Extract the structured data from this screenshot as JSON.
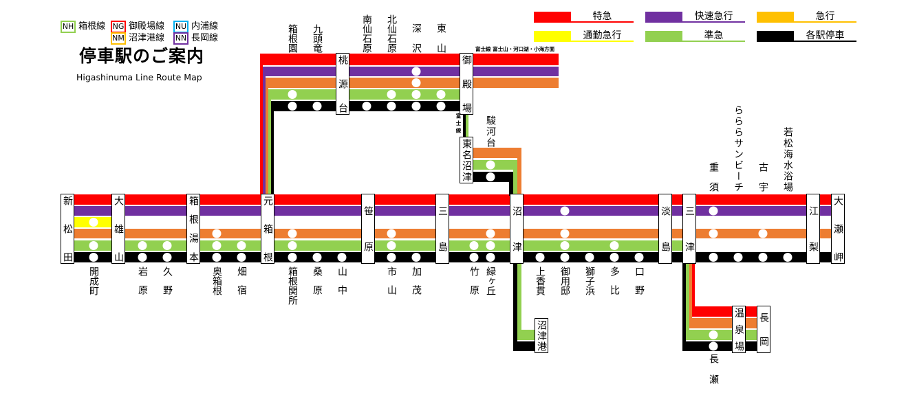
{
  "colors": {
    "limited": "#FF0000",
    "rapid_express": "#7030A0",
    "express": "#FFC000",
    "commuter_express": "#FFFF00",
    "semi_express": "#92D050",
    "local": "#000000",
    "map_express": "#ED7D31",
    "nu": "#00B0F0"
  },
  "title": "停車駅のご案内",
  "subtitle": "Higashinuma Line Route Map",
  "line_legend": [
    {
      "code": "NH",
      "name": "箱根線",
      "color": "#92D050"
    },
    {
      "code": "NG",
      "name": "御殿場線",
      "color": "#FF0000"
    },
    {
      "code": "NU",
      "name": "内浦線",
      "color": "#00B0F0"
    },
    {
      "code": "NM",
      "name": "沼津港線",
      "color": "#FFC000"
    },
    {
      "code": "NN",
      "name": "長岡線",
      "color": "#7030A0"
    }
  ],
  "service_legend": [
    {
      "key": "limited",
      "label": "特急",
      "color": "#FF0000"
    },
    {
      "key": "rapid_express",
      "label": "快速急行",
      "color": "#7030A0"
    },
    {
      "key": "express",
      "label": "急行",
      "color": "#FFC000"
    },
    {
      "key": "commuter_express",
      "label": "通勤急行",
      "color": "#FFFF00"
    },
    {
      "key": "semi_express",
      "label": "準急",
      "color": "#92D050"
    },
    {
      "key": "local",
      "label": "各駅停車",
      "color": "#000000"
    }
  ],
  "notes": {
    "fuji_direction": "富士線  富士山・河口湖・小海方面",
    "fuji_line": "富士線"
  },
  "major_stations": [
    "新松田",
    "大雄山",
    "箱根湯本",
    "元箱根",
    "笹原",
    "三島",
    "沼津",
    "淡島",
    "三津",
    "江梨",
    "大瀬岬",
    "桃源台",
    "御殿場",
    "東名沼津",
    "沼津港",
    "温泉場",
    "長岡"
  ],
  "main_stops": [
    {
      "name": "開成町",
      "stops": [
        "commuter_express",
        "semi_express",
        "local"
      ]
    },
    {
      "name": "岩原",
      "stops": [
        "semi_express",
        "local"
      ]
    },
    {
      "name": "久野",
      "stops": [
        "semi_express",
        "local"
      ]
    },
    {
      "name": "奥箱根",
      "stops": [
        "express",
        "semi_express",
        "local"
      ]
    },
    {
      "name": "畑宿",
      "stops": [
        "semi_express",
        "local"
      ]
    },
    {
      "name": "箱根関所",
      "stops": [
        "express",
        "semi_express",
        "local"
      ]
    },
    {
      "name": "桑原",
      "stops": [
        "local"
      ]
    },
    {
      "name": "山中",
      "stops": [
        "local"
      ]
    },
    {
      "name": "市山",
      "stops": [
        "express",
        "semi_express",
        "local"
      ]
    },
    {
      "name": "加茂",
      "stops": [
        "local"
      ]
    },
    {
      "name": "竹原",
      "stops": [
        "semi_express",
        "local"
      ]
    },
    {
      "name": "緑ヶ丘",
      "stops": [
        "express",
        "semi_express",
        "local"
      ]
    },
    {
      "name": "上香貫",
      "stops": [
        "local"
      ]
    },
    {
      "name": "御用邸",
      "stops": [
        "rapid_express",
        "express",
        "semi_express",
        "local"
      ]
    },
    {
      "name": "獅子浜",
      "stops": [
        "local"
      ]
    },
    {
      "name": "多比",
      "stops": [
        "semi_express",
        "local"
      ]
    },
    {
      "name": "口野",
      "stops": [
        "local"
      ]
    },
    {
      "name": "重須",
      "stops": [
        "rapid_express",
        "express",
        "local"
      ]
    },
    {
      "name": "らららサンビーチ",
      "stops": [
        "local"
      ]
    },
    {
      "name": "古宇",
      "stops": [
        "express",
        "local"
      ]
    },
    {
      "name": "若松海水浴場",
      "stops": [
        "local"
      ]
    }
  ],
  "upper_stops": [
    {
      "name": "箱根園",
      "stops": [
        "semi_express",
        "local"
      ]
    },
    {
      "name": "九頭竜",
      "stops": [
        "local"
      ]
    },
    {
      "name": "南仙石原",
      "stops": [
        "local"
      ]
    },
    {
      "name": "北仙石原",
      "stops": [
        "semi_express",
        "local"
      ]
    },
    {
      "name": "深沢",
      "stops": [
        "rapid_express",
        "express",
        "semi_express",
        "local"
      ]
    },
    {
      "name": "東山",
      "stops": [
        "semi_express",
        "local"
      ]
    }
  ],
  "branch_stops": [
    {
      "name": "駿河台",
      "stops": [
        "semi_express",
        "local"
      ]
    },
    {
      "name": "長瀬",
      "stops": [
        "semi_express",
        "local"
      ]
    }
  ]
}
